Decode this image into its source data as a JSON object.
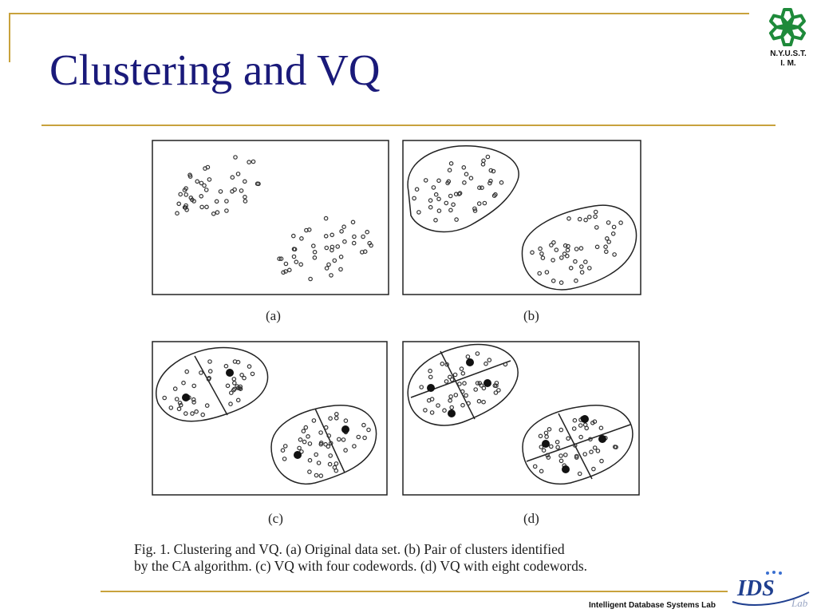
{
  "slide": {
    "title": "Clustering and VQ",
    "logo_text_line1": "N.Y.U.S.T.",
    "logo_text_line2": "I. M.",
    "footer": "Intelligent Database Systems Lab",
    "ids_logo_text": "IDS",
    "ids_logo_subtext": "Lab"
  },
  "figure": {
    "panels": [
      {
        "id": "a",
        "label": "(a)",
        "clusters": 2,
        "codewords": 0
      },
      {
        "id": "b",
        "label": "(b)",
        "clusters": 2,
        "codewords": 0
      },
      {
        "id": "c",
        "label": "(c)",
        "clusters": 2,
        "codewords": 4
      },
      {
        "id": "d",
        "label": "(d)",
        "clusters": 2,
        "codewords": 8
      }
    ],
    "caption_line1": "Fig. 1.    Clustering and VQ. (a) Original data set. (b) Pair of clusters identified",
    "caption_line2": "by the CA algorithm. (c) VQ with four codewords. (d) VQ with eight codewords."
  },
  "colors": {
    "accent_gold": "#c8a23c",
    "title_navy": "#1a1a7a",
    "logo_green": "#1e8a3a",
    "ids_blue": "#1f3f8f"
  },
  "icons": {
    "logo": "nyust-snowflake-icon",
    "ids": "ids-lab-logo-icon"
  }
}
